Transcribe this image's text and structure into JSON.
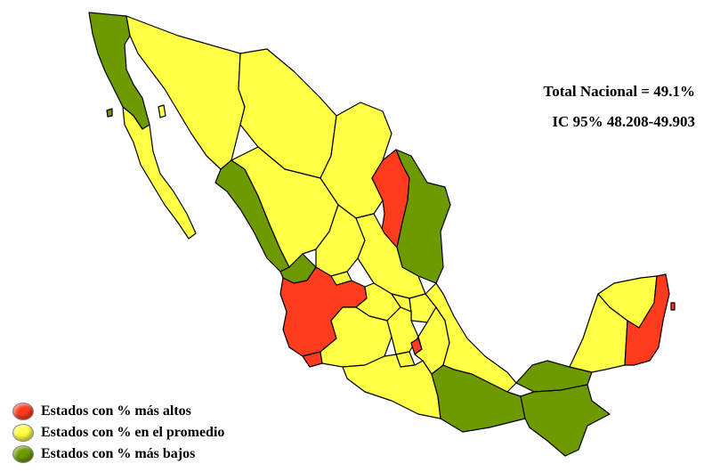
{
  "stats": {
    "total_label": "Total Nacional = 49.1%",
    "ci_label": "IC 95% 48.208-49.903"
  },
  "legend": {
    "items": [
      {
        "label": "Estados con % más altos",
        "color": "#ff3b1e"
      },
      {
        "label": "Estados con % en el promedio",
        "color": "#ffff44"
      },
      {
        "label": "Estados con % más bajos",
        "color": "#6e9a00"
      }
    ]
  },
  "colors": {
    "high": "#ff3b1e",
    "average": "#ffff44",
    "low": "#6e9a00",
    "border": "#000000"
  }
}
